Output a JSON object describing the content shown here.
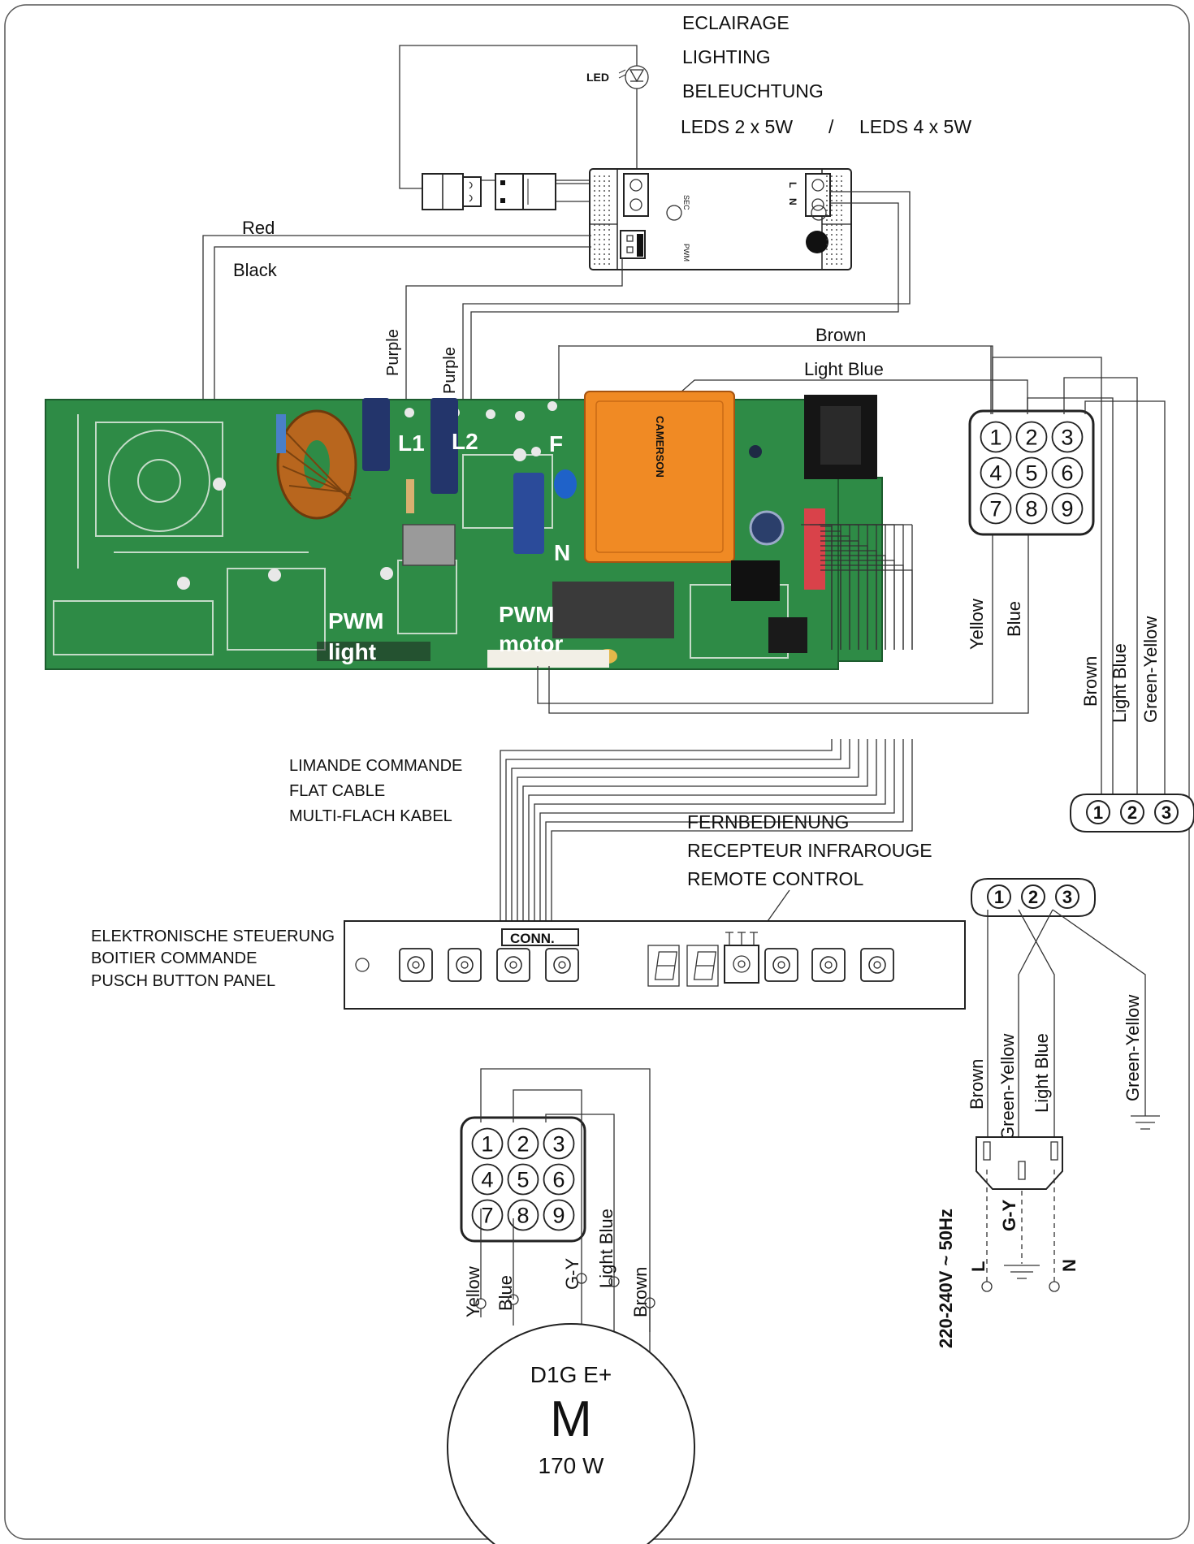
{
  "lighting": {
    "title_fr": "ECLAIRAGE",
    "title_en": "LIGHTING",
    "title_de": "BELEUCHTUNG",
    "leds_option_a": "LEDS  2 x 5W",
    "slash": "/",
    "leds_option_b": "LEDS  4 x 5W",
    "led_symbol_label": "LED"
  },
  "driver": {
    "sec_label": "SEC",
    "pwm_label": "PWM",
    "l_label": "L",
    "n_label": "N"
  },
  "wires": {
    "red": "Red",
    "black": "Black",
    "purple_1": "Purple",
    "purple_2": "Purple",
    "brown_top": "Brown",
    "light_blue_top": "Light Blue",
    "yellow_right": "Yellow",
    "blue_right": "Blue",
    "brown_far": "Brown",
    "light_blue_far": "Light Blue",
    "green_yellow_far": "Green-Yellow",
    "brown_mains": "Brown",
    "green_yellow_mains": "Green-Yellow",
    "light_blue_mains": "Light Blue",
    "green_yellow_ground": "Green-Yellow",
    "yellow_motor": "Yellow",
    "blue_motor": "Blue",
    "gy_motor": "G-Y",
    "light_blue_motor": "Light Blue",
    "brown_motor": "Brown"
  },
  "pcb": {
    "terminal_l1": "L1",
    "terminal_l2": "L2",
    "terminal_f": "F",
    "terminal_n": "N",
    "pwm_light_1": "PWM",
    "pwm_light_2": "light",
    "pwm_motor_1": "PWM",
    "pwm_motor_2": "motor",
    "transformer_brand": "CAMERSON"
  },
  "connector9": {
    "pins": [
      "1",
      "2",
      "3",
      "4",
      "5",
      "6",
      "7",
      "8",
      "9"
    ]
  },
  "connector3": {
    "pins": [
      "1",
      "2",
      "3"
    ]
  },
  "flat_cable": {
    "line1": "LIMANDE COMMANDE",
    "line2": "FLAT CABLE",
    "line3": "MULTI-FLACH KABEL"
  },
  "remote": {
    "line1": "FERNBEDIENUNG",
    "line2": "RECEPTEUR INFRAROUGE",
    "line3": "REMOTE CONTROL"
  },
  "panel": {
    "line1": "ELEKTRONISCHE STEUERUNG",
    "line2": "BOITIER COMMANDE",
    "line3": "PUSCH BUTTON PANEL",
    "conn_label": "CONN."
  },
  "mains": {
    "voltage": "220-240V ~ 50Hz",
    "l": "L",
    "gy": "G-Y",
    "n": "N"
  },
  "motor": {
    "model": "D1G E+",
    "symbol": "M",
    "power": "170 W"
  }
}
